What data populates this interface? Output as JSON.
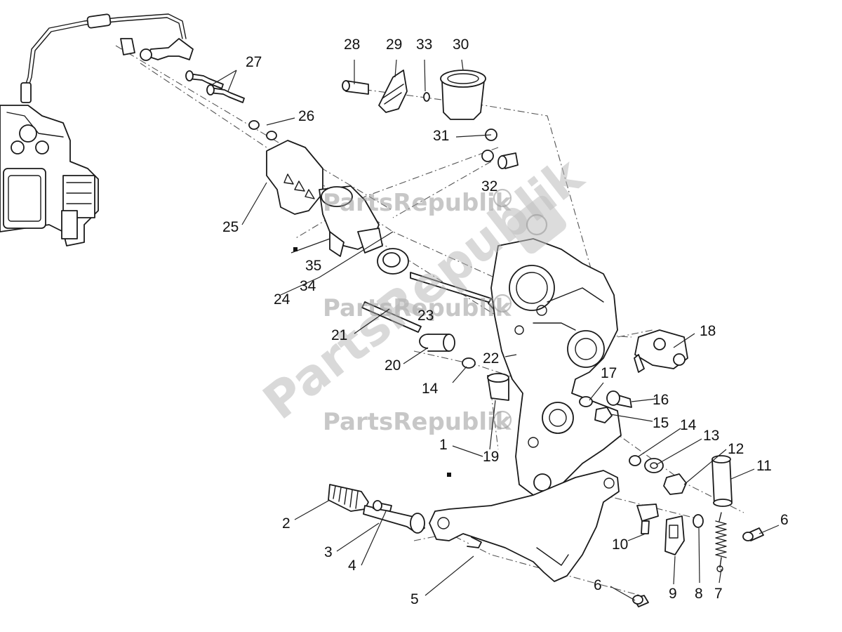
{
  "watermark": {
    "brand_text": "PartsRepublik",
    "color": "#9a9a9a"
  },
  "callouts": [
    {
      "id": "1",
      "label": "1"
    },
    {
      "id": "2",
      "label": "2"
    },
    {
      "id": "3",
      "label": "3"
    },
    {
      "id": "4",
      "label": "4"
    },
    {
      "id": "5",
      "label": "5"
    },
    {
      "id": "6a",
      "label": "6"
    },
    {
      "id": "6b",
      "label": "6"
    },
    {
      "id": "7",
      "label": "7"
    },
    {
      "id": "8",
      "label": "8"
    },
    {
      "id": "9",
      "label": "9"
    },
    {
      "id": "10",
      "label": "10"
    },
    {
      "id": "11",
      "label": "11"
    },
    {
      "id": "12",
      "label": "12"
    },
    {
      "id": "13",
      "label": "13"
    },
    {
      "id": "14a",
      "label": "14"
    },
    {
      "id": "14b",
      "label": "14"
    },
    {
      "id": "15",
      "label": "15"
    },
    {
      "id": "16",
      "label": "16"
    },
    {
      "id": "17",
      "label": "17"
    },
    {
      "id": "18",
      "label": "18"
    },
    {
      "id": "19",
      "label": "19"
    },
    {
      "id": "20",
      "label": "20"
    },
    {
      "id": "21",
      "label": "21"
    },
    {
      "id": "22",
      "label": "22"
    },
    {
      "id": "23",
      "label": "23"
    },
    {
      "id": "24",
      "label": "24"
    },
    {
      "id": "25",
      "label": "25"
    },
    {
      "id": "26",
      "label": "26"
    },
    {
      "id": "27",
      "label": "27"
    },
    {
      "id": "28",
      "label": "28"
    },
    {
      "id": "29",
      "label": "29"
    },
    {
      "id": "30",
      "label": "30"
    },
    {
      "id": "31",
      "label": "31"
    },
    {
      "id": "32",
      "label": "32"
    },
    {
      "id": "33",
      "label": "33"
    },
    {
      "id": "34",
      "label": "34"
    },
    {
      "id": "35",
      "label": "35"
    }
  ]
}
